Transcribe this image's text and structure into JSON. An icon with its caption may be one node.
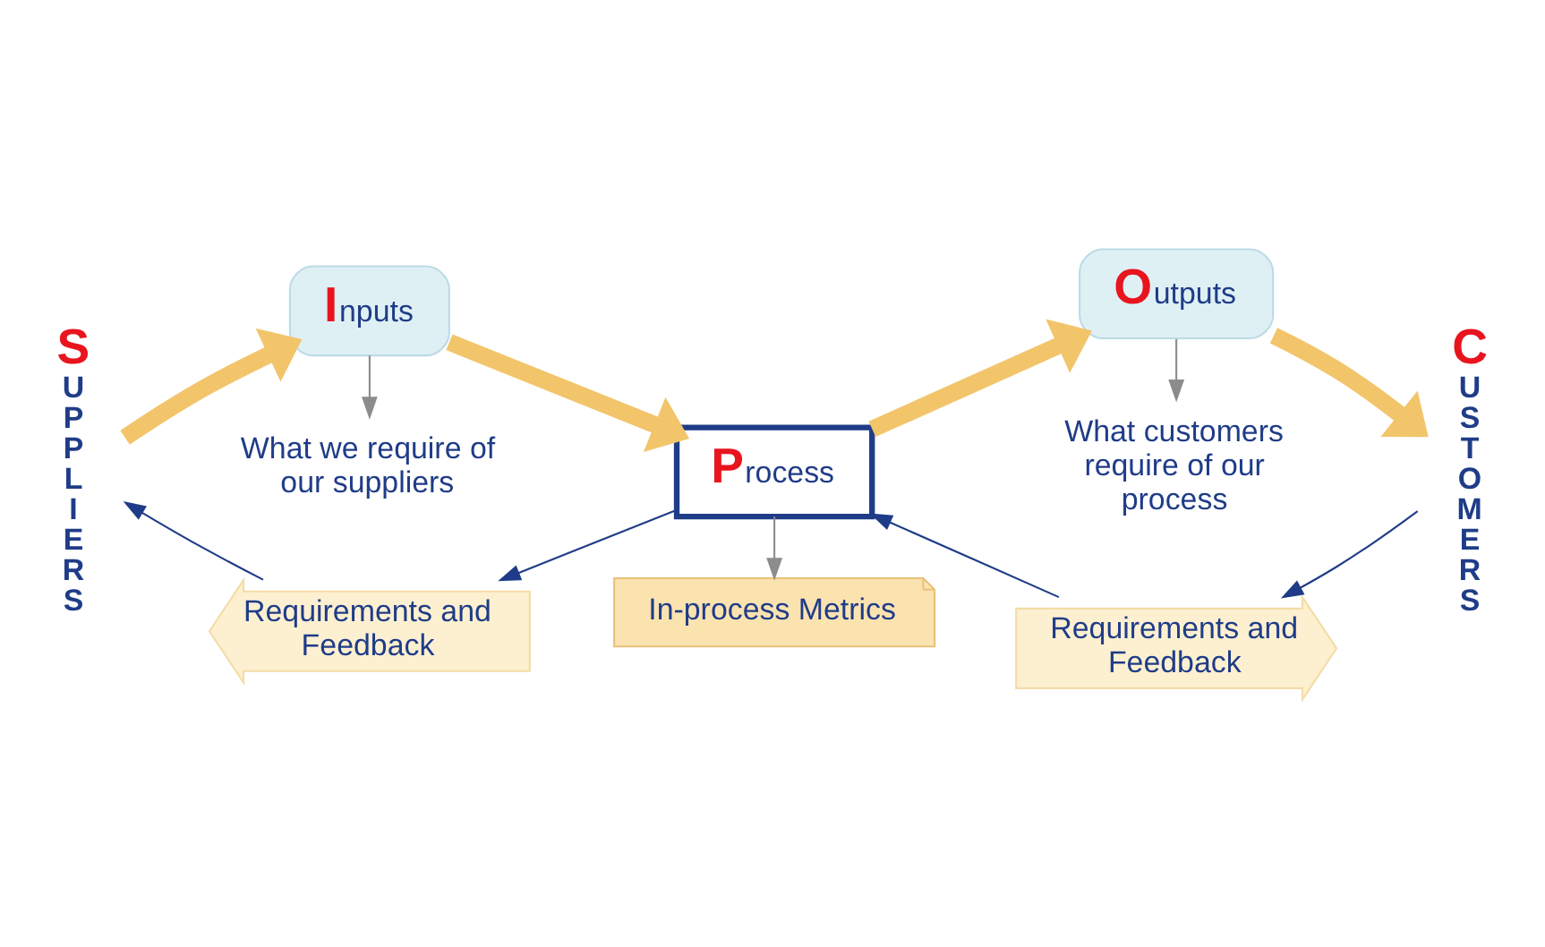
{
  "diagram": {
    "nodes": [
      {
        "text": [
          "SUPPLIERS"
        ]
      },
      {
        "text": [
          "What we require of our suppliers"
        ]
      },
      {
        "text": [
          "Inputs"
        ]
      },
      {
        "text": [
          "In-process Metrics"
        ]
      },
      {
        "text": [
          "Process"
        ]
      },
      {
        "text": [
          "What customers require of our process"
        ]
      },
      {
        "text": [
          "Outputs"
        ]
      },
      {
        "text": [
          "CUSTOMERS"
        ]
      },
      {
        "text": [
          "Requirements and Feedback"
        ]
      },
      {
        "text": [
          "Requirements and Feedback"
        ]
      }
    ],
    "edges": [
      {
        "from": 0,
        "to": 2,
        "arrow": "to",
        "style": "thick",
        "color": "#f2c56b"
      },
      {
        "from": 2,
        "to": 4,
        "arrow": "to",
        "style": "thick",
        "color": "#f2c56b"
      },
      {
        "from": 4,
        "to": 6,
        "arrow": "to",
        "style": "thick",
        "color": "#f2c56b"
      },
      {
        "from": 6,
        "to": 7,
        "arrow": "to",
        "style": "thick",
        "color": "#f2c56b"
      },
      {
        "from": 2,
        "to": 1,
        "arrow": "to",
        "color": "#8c8c8c"
      },
      {
        "from": 4,
        "to": 3,
        "arrow": "to",
        "color": "#8c8c8c"
      },
      {
        "from": 6,
        "to": 5,
        "arrow": "to",
        "color": "#8c8c8c"
      },
      {
        "from": 4,
        "to": 8,
        "arrow": "to",
        "color": "#1f3c88"
      },
      {
        "from": 9,
        "to": 4,
        "arrow": "to",
        "color": "#1f3c88"
      },
      {
        "from": 8,
        "to": 0,
        "arrow": "to",
        "color": "#1f3c88"
      },
      {
        "from": 7,
        "to": 9,
        "arrow": "to",
        "color": "#1f3c88"
      }
    ]
  }
}
